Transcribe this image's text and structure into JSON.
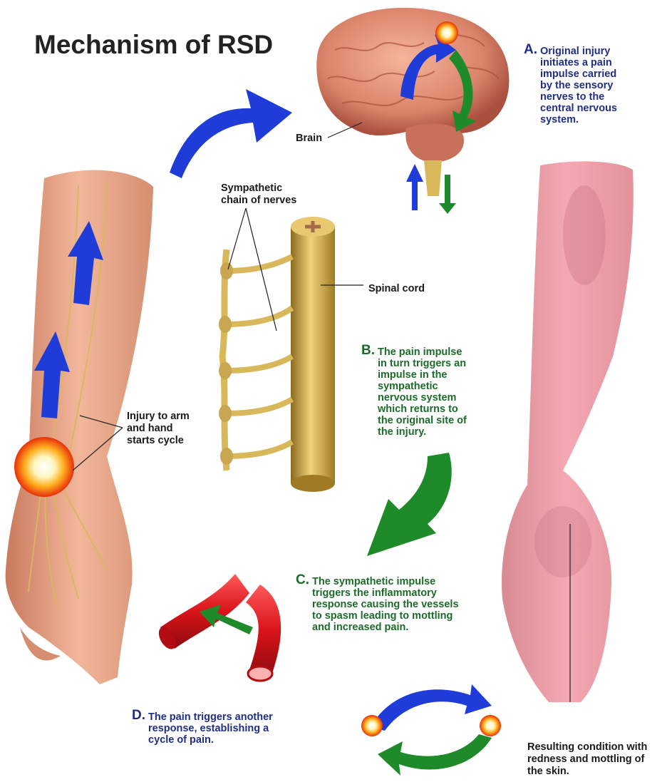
{
  "title": "Mechanism of RSD",
  "labels": {
    "brain": "Brain",
    "sympathetic": "Sympathetic\nchain of nerves",
    "spinal_cord": "Spinal cord",
    "injury": "Injury to arm\nand hand\nstarts cycle",
    "resulting": "Resulting condition with\nredness and mottling of\nthe skin."
  },
  "steps": {
    "a": {
      "letter": "A.",
      "text": "Original injury\ninitiates a pain\nimpulse carried\nby the sensory\nnerves to the\ncentral nervous\nsystem."
    },
    "b": {
      "letter": "B.",
      "text": "The pain impulse\nin turn triggers an\nimpulse in the\nsympathetic\nnervous system\nwhich returns to\nthe original site of\nthe injury."
    },
    "c": {
      "letter": "C.",
      "text": "The sympathetic impulse\ntriggers the inflammatory\nresponse causing the vessels\nto spasm leading to mottling\nand increased pain."
    },
    "d": {
      "letter": "D.",
      "text": "The pain triggers another\nresponse, establishing a\ncycle of pain."
    }
  },
  "colors": {
    "blue_arrow": "#1f3bd8",
    "green_arrow": "#1f8a2a",
    "skin": "#e8a88c",
    "nerve": "#d8b85a",
    "vessel": "#d8141a"
  }
}
